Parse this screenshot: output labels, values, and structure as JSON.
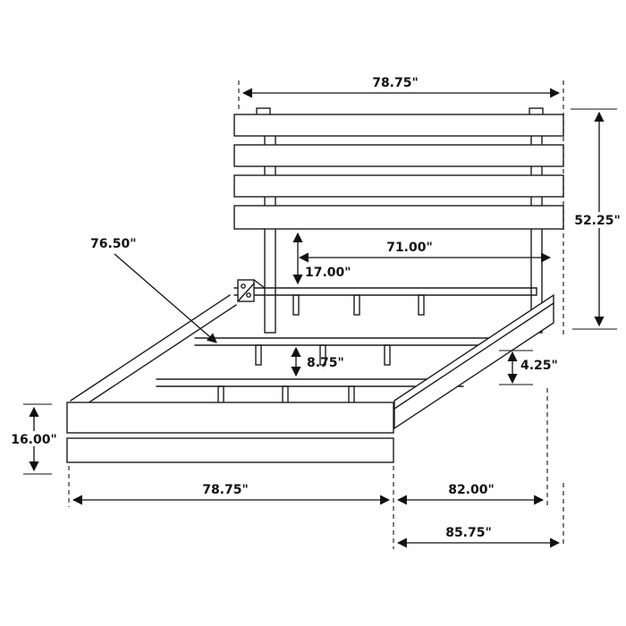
{
  "diagram": {
    "labels": {
      "headboard_width": "78.75\"",
      "headboard_height": "52.25\"",
      "side_rail_length": "76.50\"",
      "inner_width": "71.00\"",
      "headboard_clearance": "17.00\"",
      "slat_gap": "8.75\"",
      "rail_thickness": "4.25\"",
      "footboard_height": "16.00\"",
      "footboard_width": "78.75\"",
      "frame_length": "82.00\"",
      "overall_length": "85.75\""
    }
  }
}
